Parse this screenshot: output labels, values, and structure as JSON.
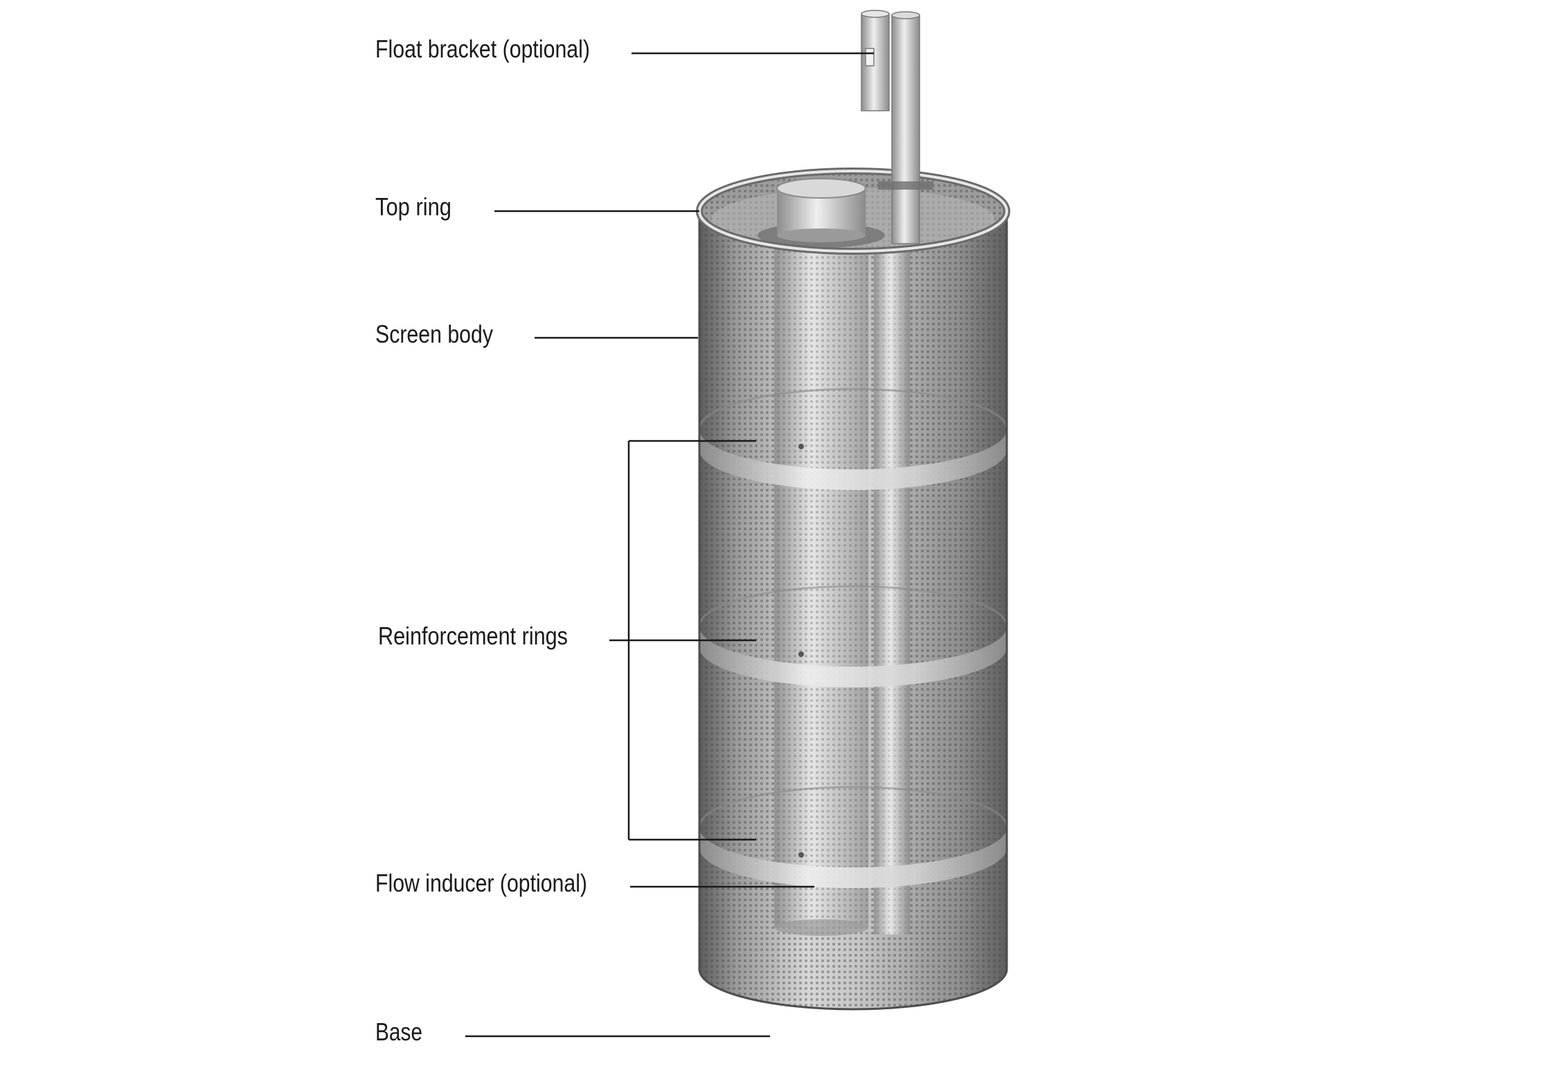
{
  "labels": {
    "float_bracket": "Float bracket (optional)",
    "top_ring": "Top ring",
    "screen_body": "Screen body",
    "reinforcement_rings": "Reinforcement rings",
    "flow_inducer": "Flow inducer (optional)",
    "base": "Base"
  },
  "colors": {
    "text": "#1a1a1a",
    "leader": "#1a1a1a",
    "metal_dark": "#6e6e6e",
    "metal_mid": "#a9a9a9",
    "metal_light": "#e4e4e4",
    "ring_band": "#d8d8d8"
  }
}
